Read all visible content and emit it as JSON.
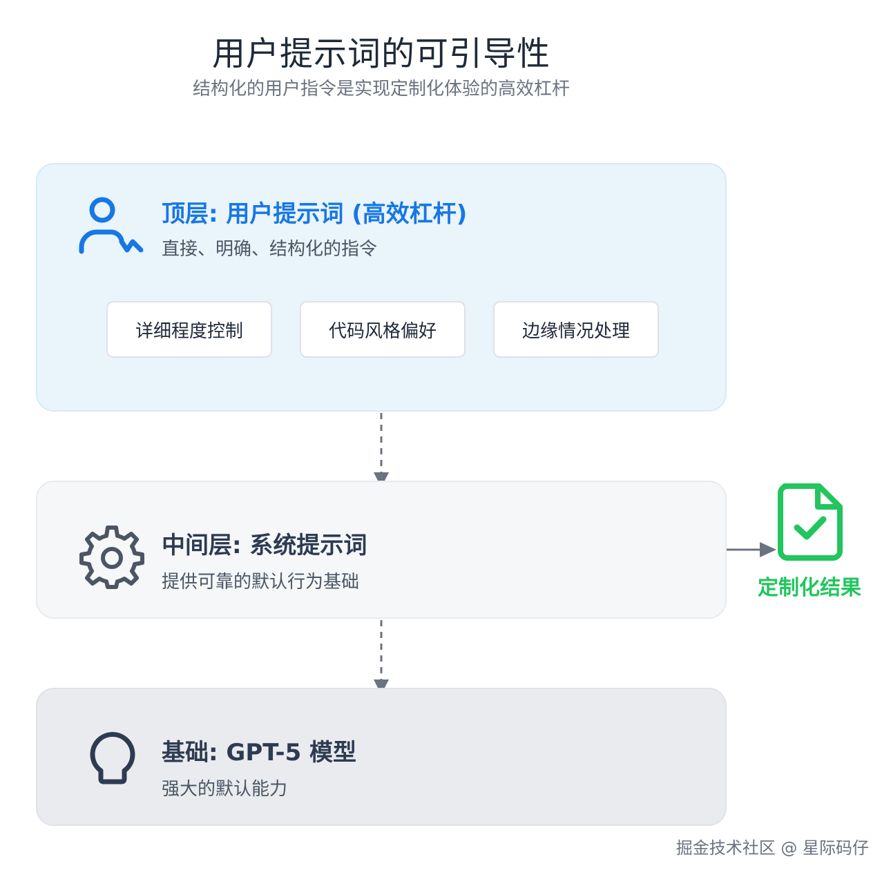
{
  "header": {
    "title": "用户提示词的可引导性",
    "subtitle": "结构化的用户指令是实现定制化体验的高效杠杆"
  },
  "layers": {
    "top": {
      "icon": "user-icon",
      "title": "顶层: 用户提示词 (高效杠杆)",
      "description": "直接、明确、结构化的指令",
      "chips": [
        "详细程度控制",
        "代码风格偏好",
        "边缘情况处理"
      ]
    },
    "middle": {
      "icon": "gear-icon",
      "title": "中间层: 系统提示词",
      "description": "提供可靠的默认行为基础"
    },
    "base": {
      "icon": "lightbulb-icon",
      "title": "基础: GPT-5 模型",
      "description": "强大的默认能力"
    }
  },
  "result": {
    "icon": "document-check-icon",
    "label": "定制化结果"
  },
  "watermark": "掘金技术社区 @ 星际码仔",
  "colors": {
    "accent_blue": "#1677e5",
    "dark_slate": "#2d3b52",
    "success_green": "#22c55e",
    "arrow_gray": "#6b7280"
  }
}
